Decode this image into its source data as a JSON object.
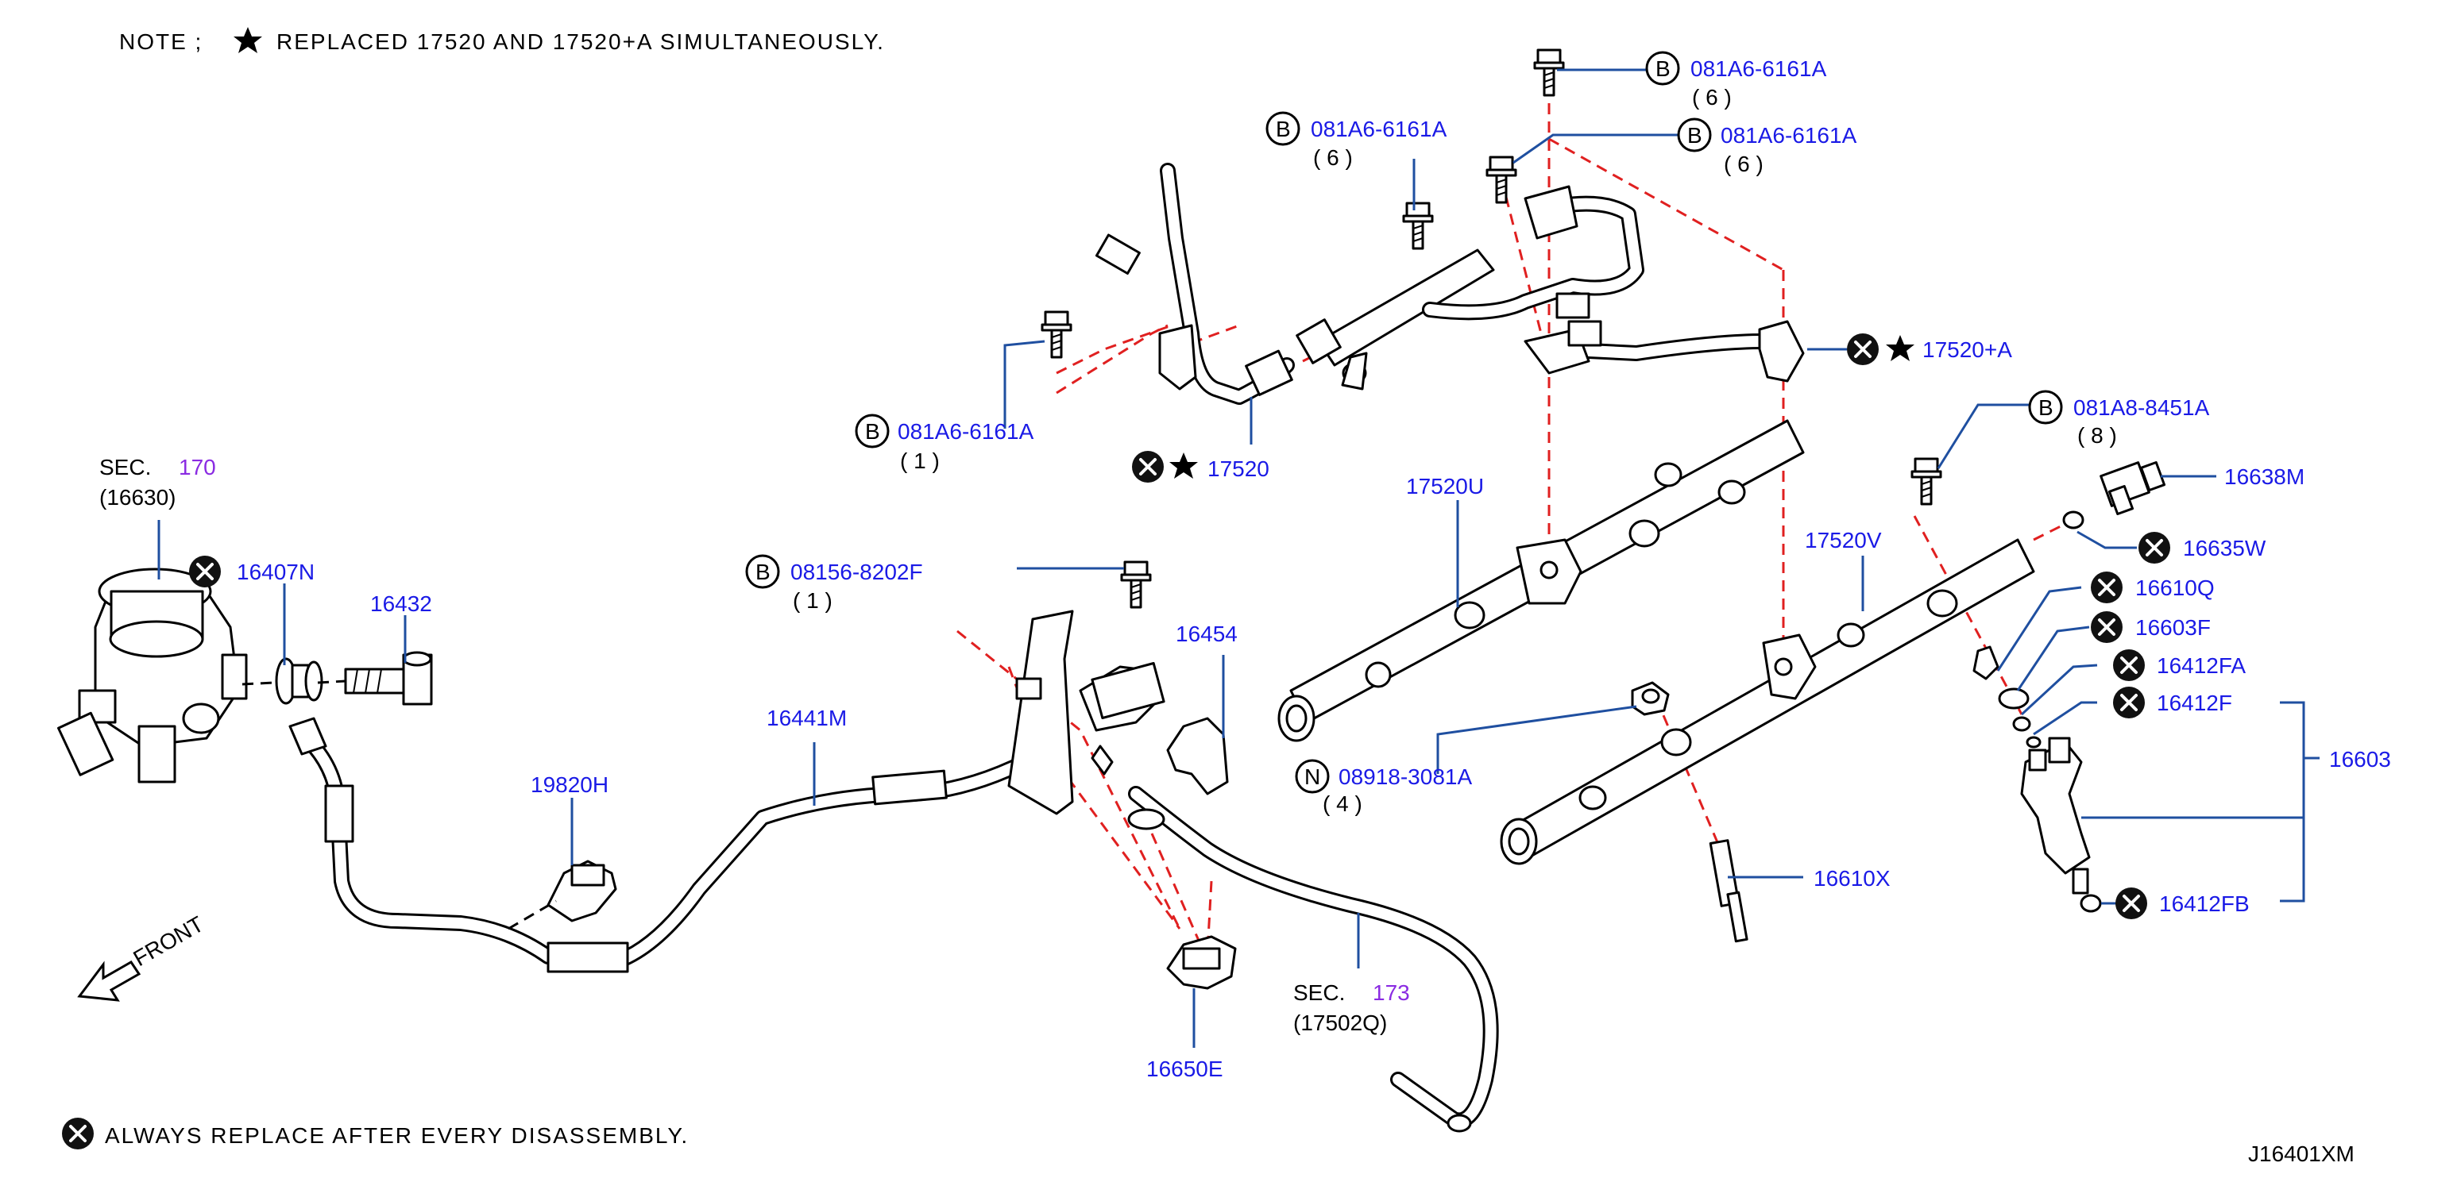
{
  "note": {
    "prefix": "NOTE  ;",
    "text": "REPLACED  17520  AND  17520+A  SIMULTANEOUSLY."
  },
  "footer": {
    "always_replace": "ALWAYS  REPLACE  AFTER  EVERY  DISASSEMBLY.",
    "diagram_code": "J16401XM"
  },
  "front_label": "FRONT",
  "sections": {
    "sec170": {
      "sec": "SEC.",
      "num": "170",
      "ref": "(16630)"
    },
    "sec173": {
      "sec": "SEC.",
      "num": "173",
      "ref": "(17502Q)"
    }
  },
  "callouts": {
    "b_top1": {
      "symbol": "B",
      "part": "081A6-6161A",
      "qty": "(  6  )"
    },
    "b_top2": {
      "symbol": "B",
      "part": "081A6-6161A",
      "qty": "(  6  )"
    },
    "b_top3": {
      "symbol": "B",
      "part": "081A6-6161A",
      "qty": "(  6  )"
    },
    "b_left": {
      "symbol": "B",
      "part": "081A6-6161A",
      "qty": "(  1  )"
    },
    "b_mid": {
      "symbol": "B",
      "part": "08156-8202F",
      "qty": "(  1  )"
    },
    "b_right": {
      "symbol": "B",
      "part": "081A8-8451A",
      "qty": "(  8  )"
    },
    "n_nut": {
      "symbol": "N",
      "part": "08918-3081A",
      "qty": "(  4  )"
    }
  },
  "parts": {
    "p17520a": "17520+A",
    "p17520": "17520",
    "p17520u": "17520U",
    "p17520v": "17520V",
    "p16638m": "16638M",
    "p16635w": "16635W",
    "p16610q": "16610Q",
    "p16603f": "16603F",
    "p16412fa": "16412FA",
    "p16412f": "16412F",
    "p16603": "16603",
    "p16412fb": "16412FB",
    "p16610x": "16610X",
    "p16407n": "16407N",
    "p16432": "16432",
    "p16441m": "16441M",
    "p19820h": "19820H",
    "p16454": "16454",
    "p16650e": "16650E"
  },
  "icons": {
    "replace": "x-circle-icon",
    "star": "star-icon",
    "bolt_symbol": "b-circle-icon",
    "nut_symbol": "n-circle-icon"
  },
  "colors": {
    "part_number": "#1a1ae6",
    "section_number": "#8a2be2",
    "leader": "#1f4fa0",
    "assembly_dash": "#e02020"
  }
}
